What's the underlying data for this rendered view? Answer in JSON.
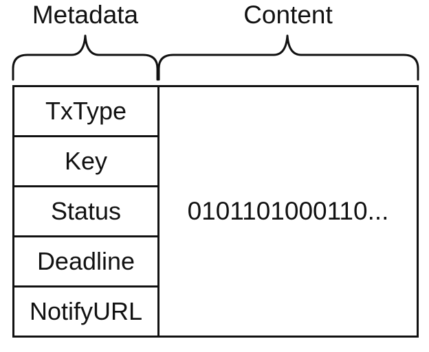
{
  "headers": {
    "metadata": "Metadata",
    "content": "Content"
  },
  "metadata_fields": [
    {
      "label": "TxType"
    },
    {
      "label": "Key"
    },
    {
      "label": "Status"
    },
    {
      "label": "Deadline"
    },
    {
      "label": "NotifyURL"
    }
  ],
  "content_value": "0101101000110..."
}
